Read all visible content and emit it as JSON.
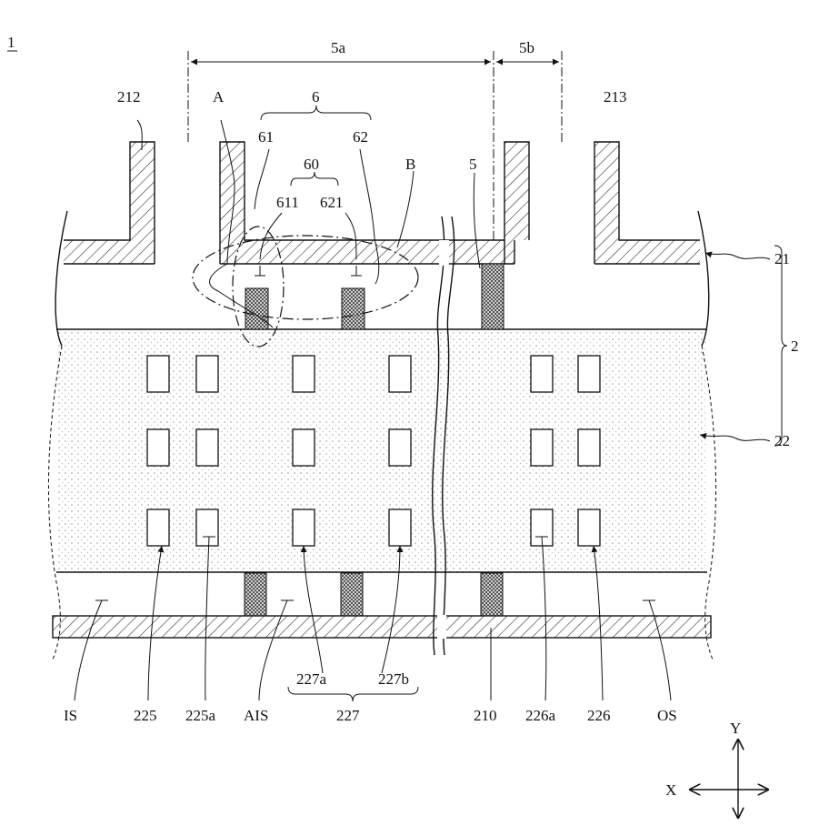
{
  "figure_number": "1",
  "dimensions": {
    "span_a": "5a",
    "span_b": "5b"
  },
  "labels": {
    "wall_left": "212",
    "wall_right": "213",
    "region_a": "A",
    "group_6": "6",
    "item_61": "61",
    "item_62": "62",
    "group_60": "60",
    "item_611": "611",
    "item_621": "621",
    "region_b": "B",
    "item_5": "5",
    "layer_21": "21",
    "assembly_2": "2",
    "layer_22": "22",
    "IS": "IS",
    "item_225": "225",
    "item_225a": "225a",
    "AIS": "AIS",
    "item_227a": "227a",
    "item_227b": "227b",
    "item_227": "227",
    "item_210": "210",
    "item_226a": "226a",
    "item_226": "226",
    "OS": "OS"
  },
  "axes": {
    "y": "Y",
    "x": "X"
  },
  "colors": {
    "line": "#111111",
    "dots": "#9a9a9a",
    "background": "#ffffff"
  }
}
